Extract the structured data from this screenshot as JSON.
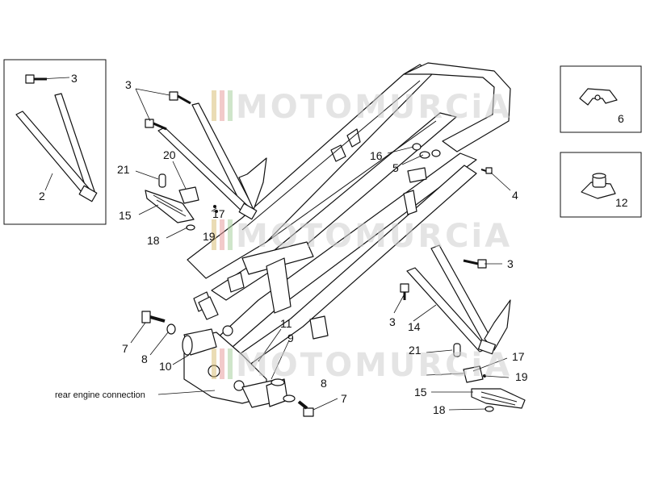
{
  "callouts": [
    {
      "id": "c-3a",
      "text": "3"
    },
    {
      "id": "c-2",
      "text": "2"
    },
    {
      "id": "c-3b",
      "text": "3"
    },
    {
      "id": "c-21a",
      "text": "21"
    },
    {
      "id": "c-20",
      "text": "20"
    },
    {
      "id": "c-15a",
      "text": "15"
    },
    {
      "id": "c-17a",
      "text": "17"
    },
    {
      "id": "c-18a",
      "text": "18"
    },
    {
      "id": "c-19a",
      "text": "19"
    },
    {
      "id": "c-16",
      "text": "16"
    },
    {
      "id": "c-5",
      "text": "5"
    },
    {
      "id": "c-4",
      "text": "4"
    },
    {
      "id": "c-6",
      "text": "6"
    },
    {
      "id": "c-12",
      "text": "12"
    },
    {
      "id": "c-3c",
      "text": "3"
    },
    {
      "id": "c-3d",
      "text": "3"
    },
    {
      "id": "c-14",
      "text": "14"
    },
    {
      "id": "c-7a",
      "text": "7"
    },
    {
      "id": "c-8a",
      "text": "8"
    },
    {
      "id": "c-10",
      "text": "10"
    },
    {
      "id": "c-11",
      "text": "11"
    },
    {
      "id": "c-9",
      "text": "9"
    },
    {
      "id": "c-21b",
      "text": "21"
    },
    {
      "id": "c-17b",
      "text": "17"
    },
    {
      "id": "c-19b",
      "text": "19"
    },
    {
      "id": "c-15b",
      "text": "15"
    },
    {
      "id": "c-8b",
      "text": "8"
    },
    {
      "id": "c-7b",
      "text": "7"
    },
    {
      "id": "c-18b",
      "text": "18"
    }
  ],
  "notes": {
    "rear_engine_connection": "rear engine connection"
  },
  "watermark": {
    "text": "MOTOMURCiA",
    "color": "#cfcfcf",
    "stripe_colors": [
      "#d9c07a",
      "#e8a0a0",
      "#a8d0a0"
    ]
  },
  "colors": {
    "line": "#111111",
    "background": "#ffffff"
  }
}
